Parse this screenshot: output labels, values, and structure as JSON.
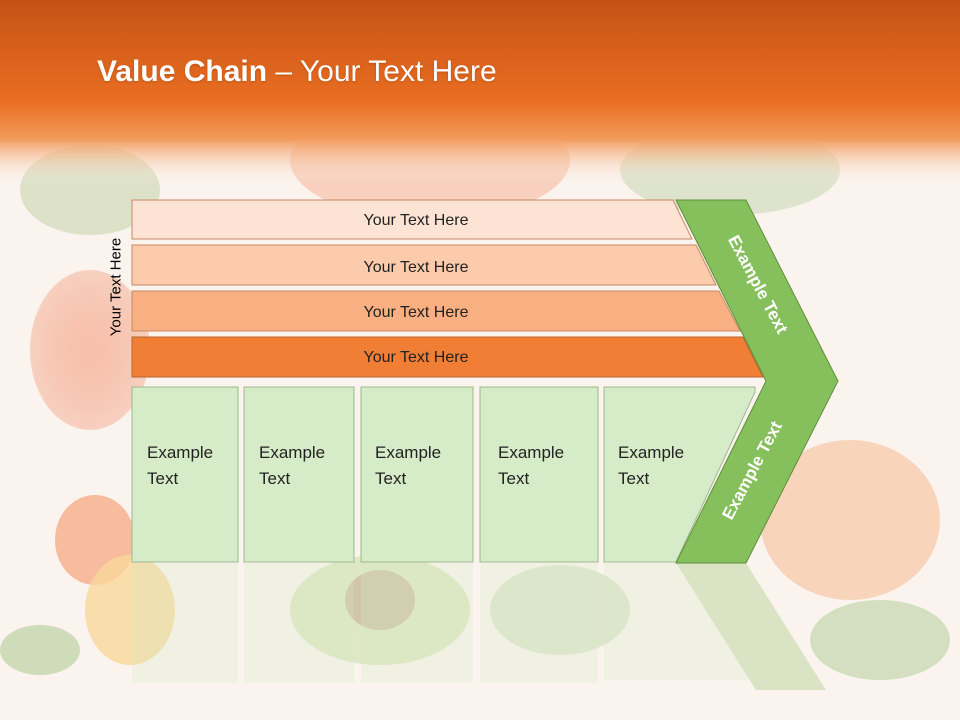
{
  "slide": {
    "title_bold": "Value Chain",
    "title_rest": " – Your Text Here",
    "side_label": "Your Text Here"
  },
  "bars": [
    {
      "label": "Your Text Here",
      "fill": "#fde3d4"
    },
    {
      "label": "Your Text Here",
      "fill": "#fbcbab"
    },
    {
      "label": "Your Text Here",
      "fill": "#f8b083"
    },
    {
      "label": "Your Text Here",
      "fill": "#f07f35"
    }
  ],
  "boxes": [
    {
      "line1": "Example",
      "line2": "Text"
    },
    {
      "line1": "Example",
      "line2": "Text"
    },
    {
      "line1": "Example",
      "line2": "Text"
    },
    {
      "line1": "Example",
      "line2": "Text"
    },
    {
      "line1": "Example",
      "line2": "Text"
    }
  ],
  "chevron": {
    "upper_label": "Example Text",
    "lower_label": "Example Text",
    "fill": "#86c05c"
  },
  "colors": {
    "header_orange": "#e8681c",
    "box_fill": "#d6ebc7",
    "box_border": "#9fb88f"
  }
}
